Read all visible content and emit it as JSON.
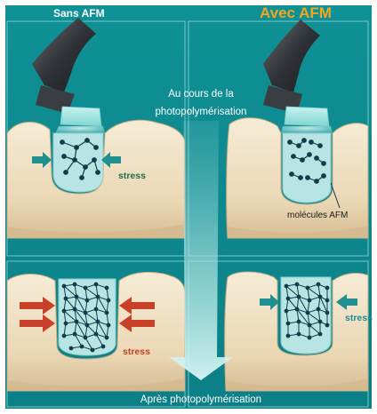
{
  "headers": {
    "left": "Sans AFM",
    "right": "Avec AFM"
  },
  "labels": {
    "during": "Au cours de la photopolymérisation",
    "after": "Après photopolymérisation",
    "stress": "stress",
    "molecules": "molécules AFM"
  },
  "colors": {
    "background": "#0e8a8f",
    "panel_border": "#7ec9cc",
    "tooth": "#efe1c5",
    "tooth_shadow": "#d9c39f",
    "tooth_edge": "#c9ad82",
    "cavity_fill": "#b7e3e3",
    "network": "#123c4a",
    "stress_arrow_red": "#c8402a",
    "stress_arrow_teal": "#1f8f8f",
    "header_left": "#ffffff",
    "header_right": "#f3a51e",
    "label_white": "#ffffff",
    "stress_green": "#1b6f4b",
    "stress_red": "#c8402a",
    "stress_teal": "#1d8a94"
  },
  "icons": {
    "curing_light_left": "curing-light-icon",
    "curing_light_right": "curing-light-icon",
    "central_arrow": "down-arrow-icon"
  }
}
